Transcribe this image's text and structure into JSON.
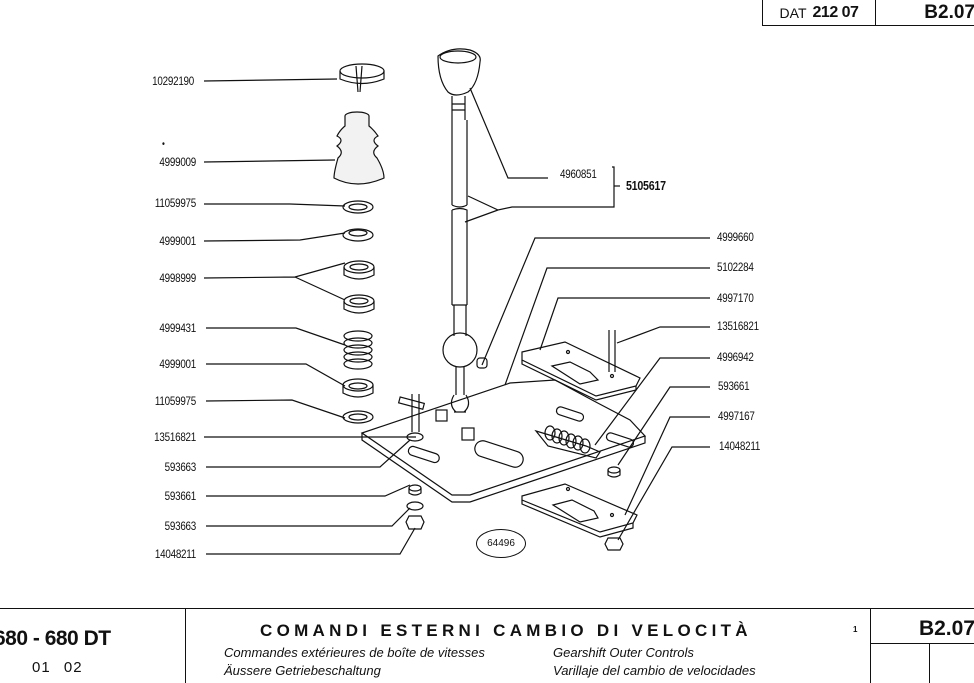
{
  "header": {
    "dat_prefix": "DAT",
    "dat_number": "212 07",
    "page_code": "B2.07"
  },
  "left_labels": [
    {
      "id": "knob-cap",
      "part": "10292190"
    },
    {
      "id": "boot",
      "part": "4999009"
    },
    {
      "id": "circlip-upper",
      "part": "11059975"
    },
    {
      "id": "washer-upper",
      "part": "4999001"
    },
    {
      "id": "bushings",
      "part": "4998999"
    },
    {
      "id": "spring",
      "part": "4999431"
    },
    {
      "id": "washer-lower",
      "part": "4999001"
    },
    {
      "id": "circlip-lower",
      "part": "11059975"
    },
    {
      "id": "stud-left",
      "part": "13516821"
    },
    {
      "id": "washer-a",
      "part": "593663"
    },
    {
      "id": "spacer",
      "part": "593661"
    },
    {
      "id": "washer-b",
      "part": "593663"
    },
    {
      "id": "nut-left",
      "part": "14048211"
    }
  ],
  "right_labels": [
    {
      "id": "pin",
      "part": "4999660"
    },
    {
      "id": "base-plate",
      "part": "5102284"
    },
    {
      "id": "gate-upper",
      "part": "4997170"
    },
    {
      "id": "stud-right",
      "part": "13516821"
    },
    {
      "id": "detent-spring",
      "part": "4996942"
    },
    {
      "id": "spacer-right",
      "part": "593661"
    },
    {
      "id": "gate-lower",
      "part": "4997167"
    },
    {
      "id": "nut-right",
      "part": "14048211"
    }
  ],
  "lever_labels": {
    "knob": "4960851",
    "assembly": "5105617"
  },
  "figure_ref": "64496",
  "footer": {
    "model": "680 - 680 DT",
    "variants": "01   02",
    "title_it": "COMANDI ESTERNI CAMBIO DI VELOCITÀ",
    "title_fr": "Commandes extérieures de boîte de vitesses",
    "title_de": "Äussere Getriebeschaltung",
    "title_en": "Gearshift Outer Controls",
    "title_es": "Varillaje del cambio de velocidades",
    "sheet_number": "1",
    "page_code": "B2.07"
  }
}
